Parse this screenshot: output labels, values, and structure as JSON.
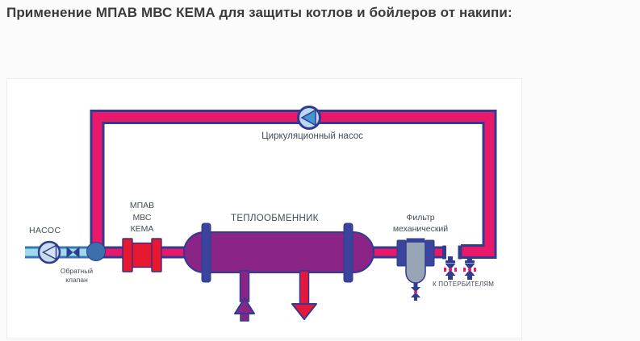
{
  "title": "Применение МПАВ МВС КЕМА для защиты котлов и бойлеров от накипи:",
  "diagram": {
    "labels": {
      "circulation_pump": "Циркуляционный насос",
      "feed_pump": "НАСОС",
      "check_valve_line1": "Обратный",
      "check_valve_line2": "клапан",
      "mpav_line1": "МПАВ",
      "mpav_line2": "МВС",
      "mpav_line3": "КЕМА",
      "heat_exchanger": "ТЕПЛООБМЕННИК",
      "filter_line1": "Фильтр",
      "filter_line2": "механический",
      "to_consumers": "К ПОТЕРБИТЕЛЯМ"
    },
    "colors": {
      "pipe_hot": "#e9186b",
      "pipe_hot_outline": "#2f3c90",
      "pipe_cold": "#9edaec",
      "pipe_cold_outline": "#3a76b4",
      "device_red": "#e7182f",
      "vessel_purple": "#8b2487",
      "flange_blue": "#3a449c",
      "filter_gray": "#97a5b5",
      "pump_body": "#c9dcec",
      "pump_triangle_light": "#d5e4f1",
      "circ_pump_body": "#bcd8f0",
      "circ_pump_triangle": "#4596d2",
      "tee_junction": "#3c70ad",
      "hot_red": "#e5173d"
    }
  }
}
